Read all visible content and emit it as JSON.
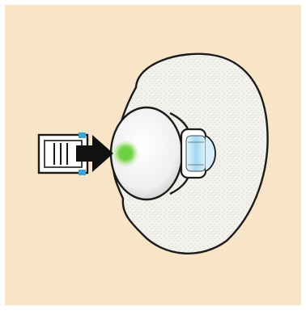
{
  "diagram": {
    "background_color": "#f8e5c8",
    "head_fill": "#f3f1ec",
    "outline_color": "#1a1a1a",
    "eye_fill": "#f6f6f6",
    "iris_color": "#7ccf4a",
    "lens_color": "#aee0f4",
    "device_fill": "#ffffff",
    "arrow_color": "#111111",
    "accent_color": "#38a7d8",
    "icons": [
      "head-outline",
      "eyeball",
      "iris-spot",
      "cornea-lens",
      "insertion-device",
      "arrow-right-icon"
    ]
  }
}
